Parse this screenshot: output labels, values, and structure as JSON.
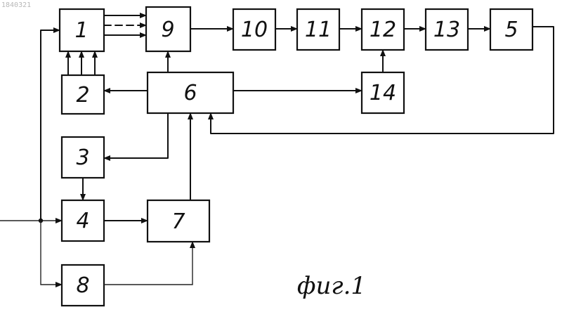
{
  "doc_number": "1840321",
  "caption": "фиг.1",
  "blocks": {
    "b1": "1",
    "b2": "2",
    "b3": "3",
    "b4": "4",
    "b5": "5",
    "b6": "6",
    "b7": "7",
    "b8": "8",
    "b9": "9",
    "b10": "10",
    "b11": "11",
    "b12": "12",
    "b13": "13",
    "b14": "14"
  },
  "colors": {
    "ink": "#111111",
    "paper": "#ffffff"
  }
}
